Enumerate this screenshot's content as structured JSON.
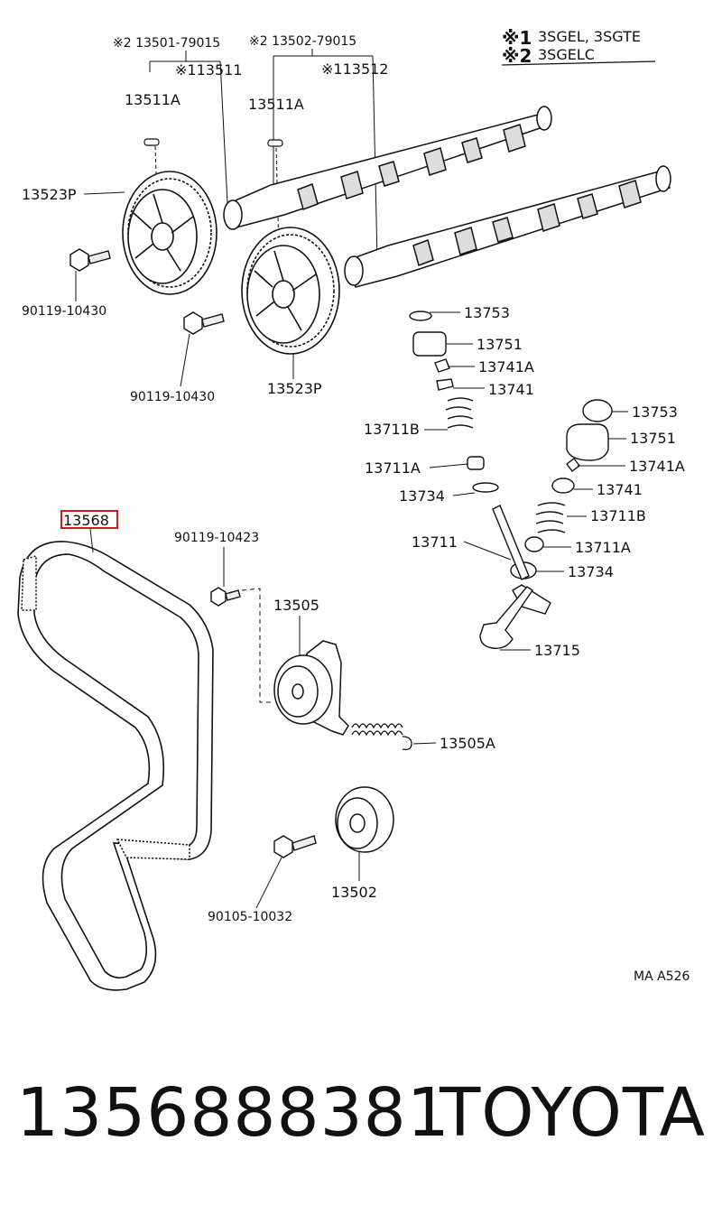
{
  "legend": {
    "note1_mark": "※1",
    "note1_text": "3SGEL, 3SGTE",
    "note2_mark": "※2",
    "note2_text": "3SGELC"
  },
  "labels": {
    "cam1_n2": "※2 13501-79015",
    "cam2_n2": "※2 13502-79015",
    "cam1_n1": "※113511",
    "cam2_n1": "※113512",
    "pin1": "13511A",
    "pin2": "13511A",
    "gear1": "13523P",
    "gear2": "13523P",
    "bolt1": "90119-10430",
    "bolt2": "90119-10430",
    "r1_13753": "13753",
    "r1_13751": "13751",
    "r1_13741A": "13741A",
    "r1_13741": "13741",
    "r1_13711B": "13711B",
    "r1_13711A": "13711A",
    "r1_13734": "13734",
    "r2_13753": "13753",
    "r2_13751": "13751",
    "r2_13741A": "13741A",
    "r2_13741": "13741",
    "r2_13711B": "13711B",
    "r2_13711A": "13711A",
    "r2_13734": "13734",
    "valve_stem": "13711",
    "valve": "13715",
    "belt": "13568",
    "tensioner_bolt": "90119-10423",
    "tensioner": "13505",
    "spring": "13505A",
    "idler_bolt": "90105-10032",
    "idler": "13502",
    "ref": "MA A526"
  },
  "footer": {
    "part_number": "1356888381",
    "brand": "TOYOTA"
  },
  "colors": {
    "highlight": "#d11a1a",
    "ink": "#111111"
  }
}
